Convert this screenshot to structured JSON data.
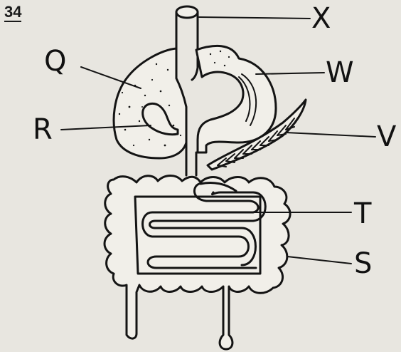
{
  "question_number": "34",
  "labels": {
    "x": "X",
    "w": "W",
    "q": "Q",
    "r": "R",
    "v": "V",
    "t": "T",
    "s": "S"
  },
  "colors": {
    "paper": "#e8e6e0",
    "ink": "#141414"
  }
}
